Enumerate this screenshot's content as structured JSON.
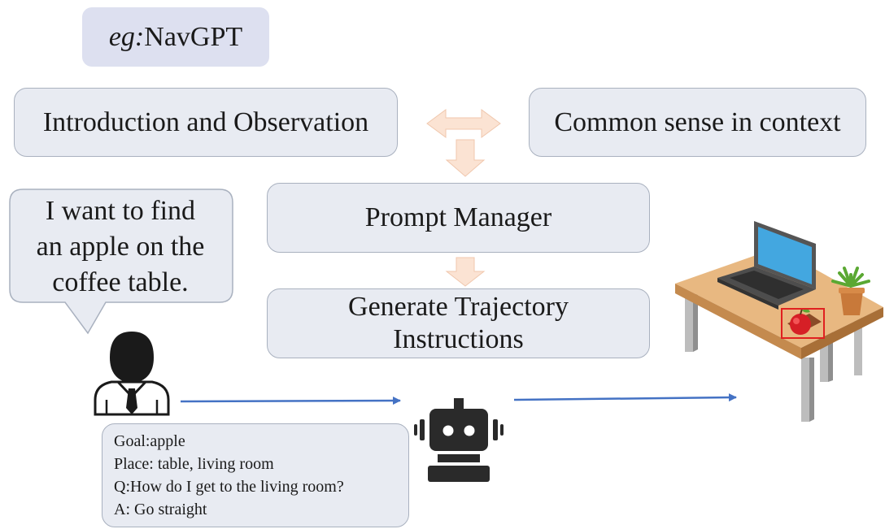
{
  "example_tag": {
    "prefix": "eg:",
    "name": "NavGPT"
  },
  "boxes": {
    "intro": "Introduction and Observation",
    "context": "Common sense in context",
    "prompt_manager": "Prompt Manager",
    "trajectory_line1": "Generate Trajectory",
    "trajectory_line2": "Instructions"
  },
  "speech_bubble": {
    "line1": "I want to find",
    "line2": "an apple on the",
    "line3": "coffee table."
  },
  "dialog": {
    "goal": "Goal:apple",
    "place": "Place: table, living room",
    "question": "Q:How do I get to the living room?",
    "answer": "A: Go straight"
  },
  "icons": [
    "person-icon",
    "robot-icon",
    "laptop-desk-icon",
    "apple-icon",
    "plant-icon"
  ],
  "colors": {
    "box_fill": "#e8ebf2",
    "box_border": "#a9b1bf",
    "tag_fill": "#dde0f0",
    "flow_arrow": "#fbe3d3",
    "blue_arrow": "#4472c4",
    "highlight": "#e02020"
  }
}
